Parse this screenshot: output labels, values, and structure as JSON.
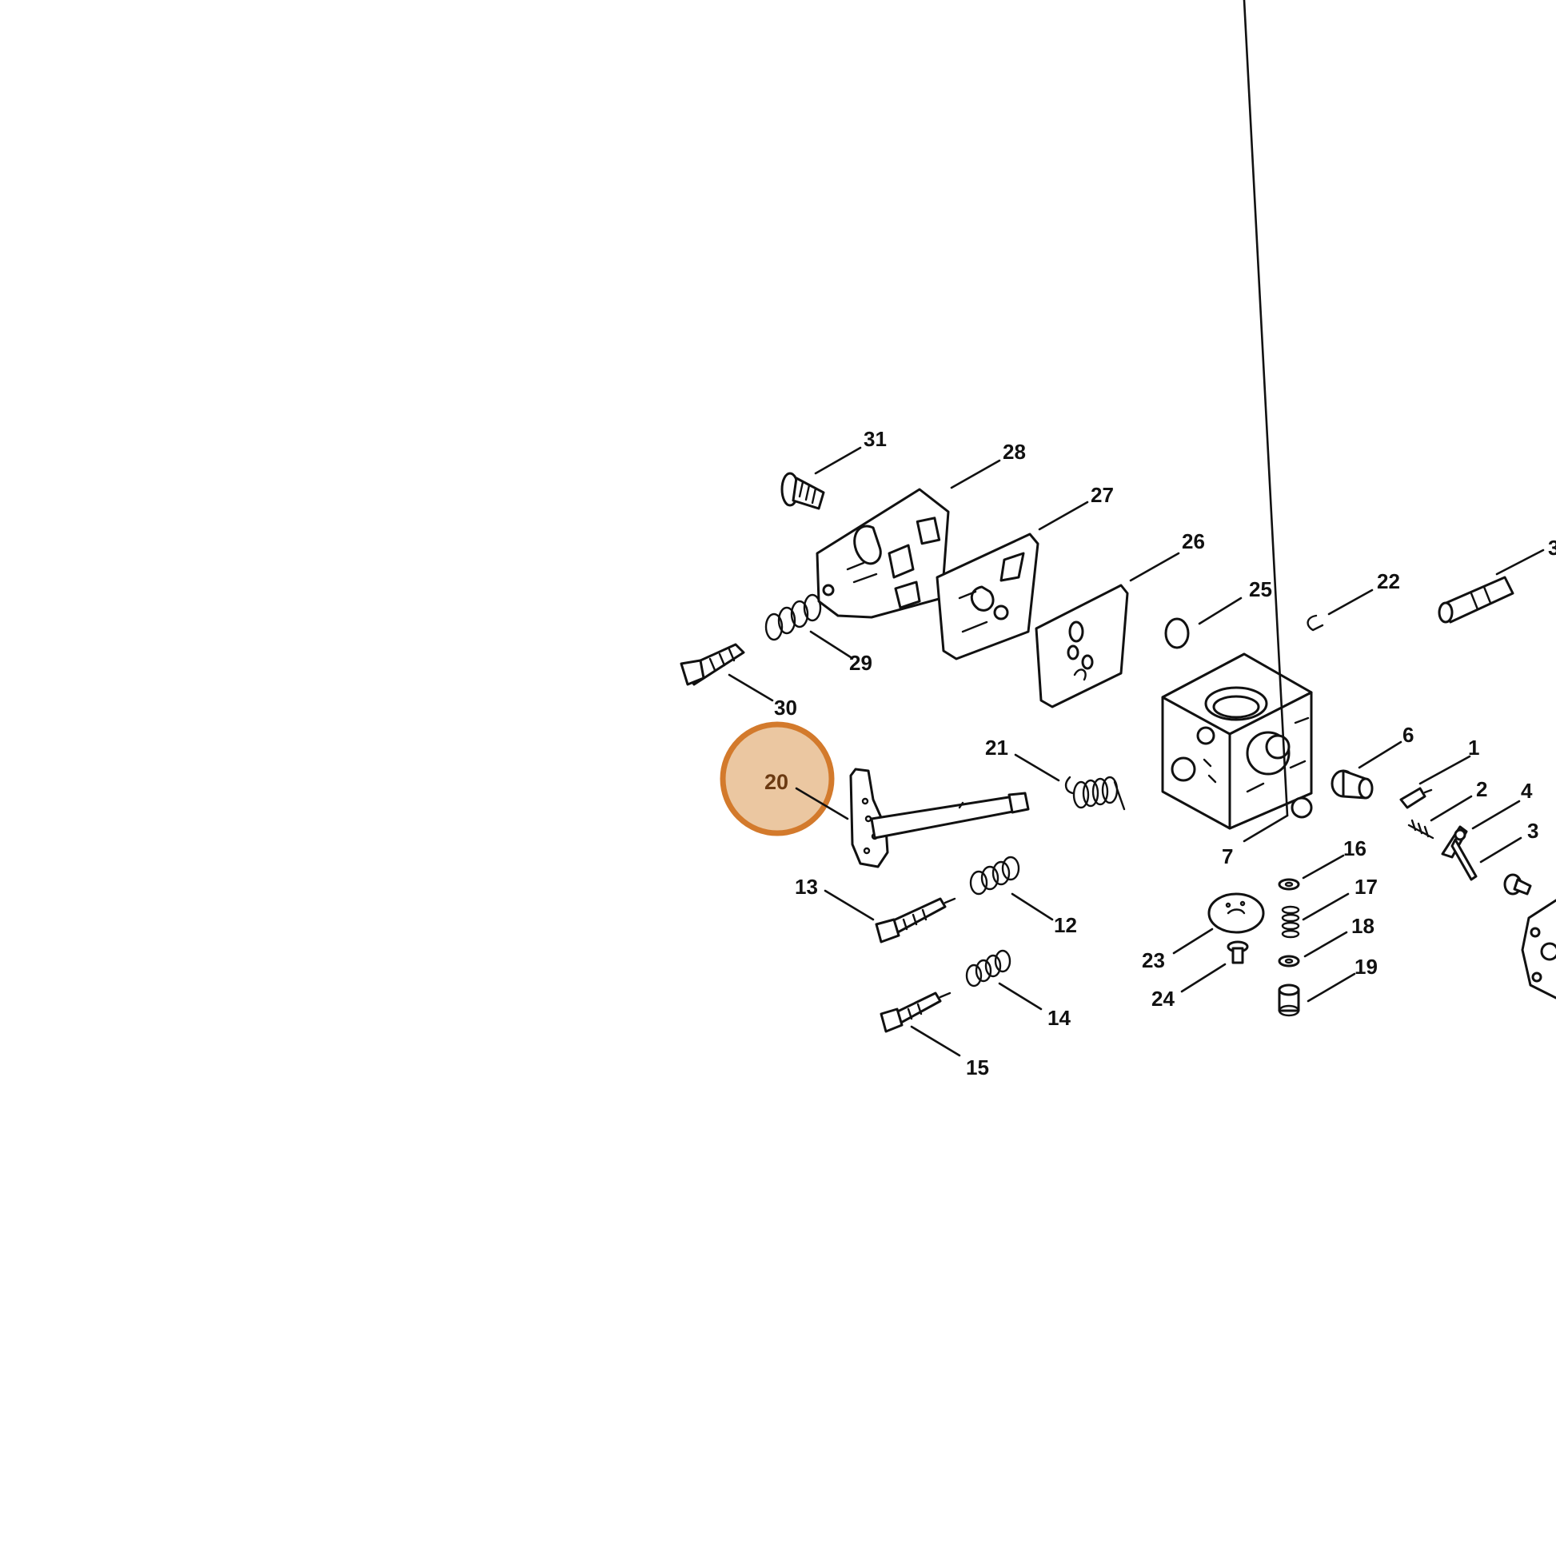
{
  "diagram": {
    "callouts": [
      "31",
      "28",
      "27",
      "26",
      "25",
      "22",
      "3",
      "29",
      "30",
      "20",
      "21",
      "6",
      "1",
      "2",
      "4",
      "3",
      "16",
      "17",
      "18",
      "19",
      "13",
      "12",
      "23",
      "24",
      "14",
      "15",
      "7"
    ],
    "highlighted_callout": "20",
    "colors": {
      "highlight_fill": "#ebc7a1",
      "highlight_stroke": "#d37a2c",
      "line": "#111111",
      "background": "#ffffff"
    }
  }
}
